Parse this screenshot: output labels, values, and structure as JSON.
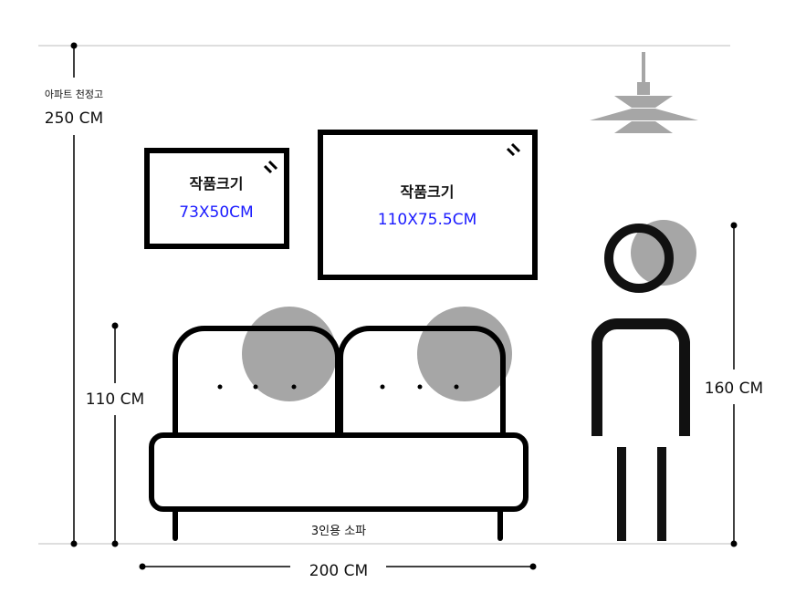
{
  "ceiling": {
    "label": "아파트 천정고",
    "value": "250 CM"
  },
  "artworks": [
    {
      "title": "작품크기",
      "size": "73X50CM"
    },
    {
      "title": "작품크기",
      "size": "110X75.5CM"
    }
  ],
  "sofa": {
    "label": "3인용 소파",
    "height": "110 CM",
    "width": "200 CM"
  },
  "person": {
    "height": "160 CM"
  },
  "colors": {
    "accent": "#1a1aff",
    "gray": "#a6a6a6",
    "line": "#bdbdbd"
  }
}
